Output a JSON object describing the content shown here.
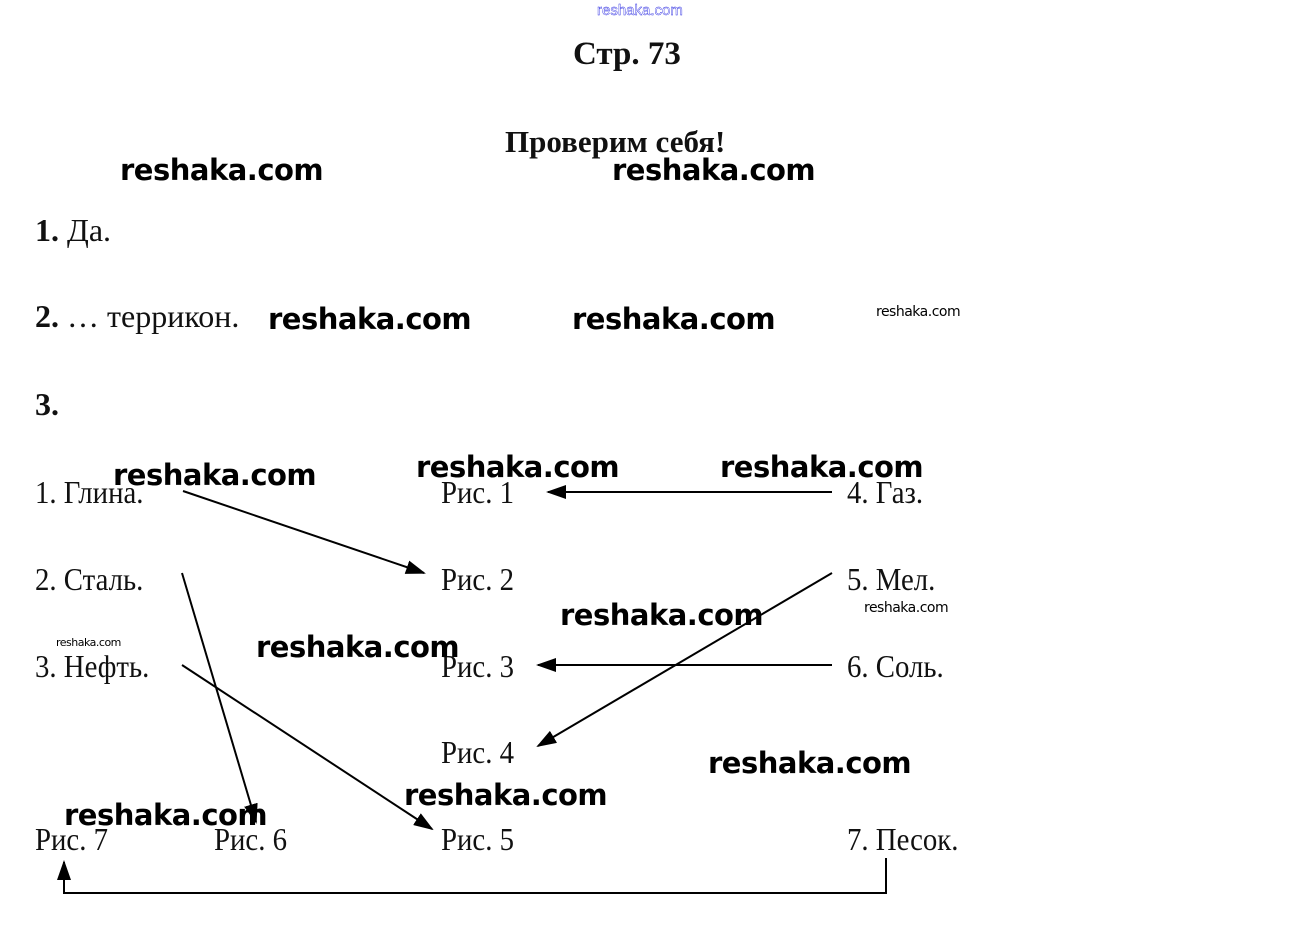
{
  "watermark": "reshaka.com",
  "header": {
    "page_title": "Стр. 73",
    "section_title": "Проверим себя!"
  },
  "answers": [
    {
      "num": "1.",
      "text": " Да."
    },
    {
      "num": "2.",
      "text": " … террикон."
    },
    {
      "num": "3.",
      "text": ""
    }
  ],
  "matching": {
    "left": [
      "1. Глина.",
      "2. Сталь.",
      "3. Нефть."
    ],
    "figures": [
      "Рис. 1",
      "Рис. 2",
      "Рис. 3",
      "Рис. 4",
      "Рис. 5",
      "Рис. 6",
      "Рис. 7"
    ],
    "right": [
      "4. Газ.",
      "5. Мел.",
      "6. Соль.",
      "7. Песок."
    ],
    "connections": [
      {
        "from": "1. Глина.",
        "to": "Рис. 2"
      },
      {
        "from": "2. Сталь.",
        "to": "Рис. 6"
      },
      {
        "from": "3. Нефть.",
        "to": "Рис. 5"
      },
      {
        "from": "4. Газ.",
        "to": "Рис. 1"
      },
      {
        "from": "5. Мел.",
        "to": "Рис. 4"
      },
      {
        "from": "6. Соль.",
        "to": "Рис. 3"
      },
      {
        "from": "7. Песок.",
        "to": "Рис. 7"
      }
    ]
  }
}
